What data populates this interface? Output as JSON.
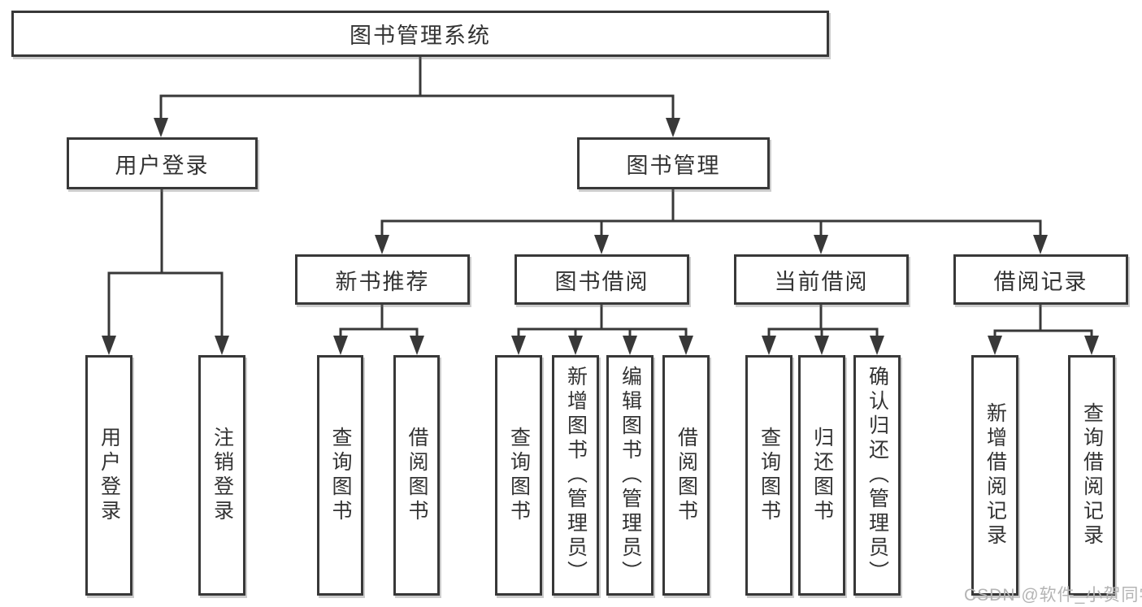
{
  "diagram": {
    "root": {
      "label": "图书管理系统"
    },
    "branches": [
      {
        "label": "用户登录",
        "children": [
          {
            "label": "用户登录"
          },
          {
            "label": "注销登录"
          }
        ]
      },
      {
        "label": "图书管理",
        "groups": [
          {
            "label": "新书推荐",
            "children": [
              {
                "label": "查询图书"
              },
              {
                "label": "借阅图书"
              }
            ]
          },
          {
            "label": "图书借阅",
            "children": [
              {
                "label": "查询图书"
              },
              {
                "label": "新增图书（管理员）"
              },
              {
                "label": "编辑图书（管理员）"
              },
              {
                "label": "借阅图书"
              }
            ]
          },
          {
            "label": "当前借阅",
            "children": [
              {
                "label": "查询图书"
              },
              {
                "label": "归还图书"
              },
              {
                "label": "确认归还（管理员）"
              }
            ]
          },
          {
            "label": "借阅记录",
            "children": [
              {
                "label": "新增借阅记录"
              },
              {
                "label": "查询借阅记录"
              }
            ]
          }
        ]
      }
    ]
  },
  "watermark": {
    "text": "CSDN @软件_小贺同学",
    "color": "#b4b4b4"
  },
  "colors": {
    "line": "#383838",
    "box_border": "#383838",
    "box_fill": "#ffffff",
    "text": "#333333",
    "background": "#ffffff"
  }
}
